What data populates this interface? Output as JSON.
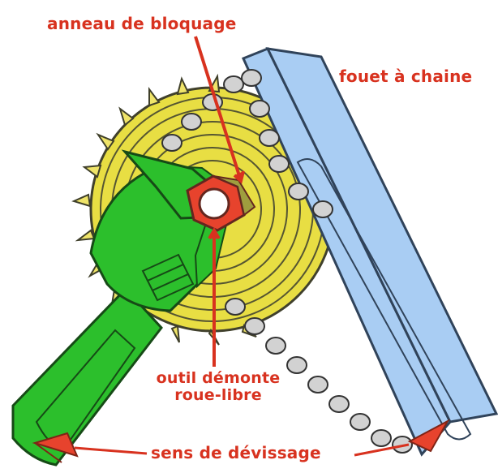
{
  "labels": {
    "lock_ring": "anneau de bloquage",
    "chain_whip": "fouet à chaine",
    "tool_line1": "outil démonte",
    "tool_line2": "roue-libre",
    "direction": "sens  de dévissage"
  },
  "colors": {
    "label": "#d8321f",
    "wrench": "#2cbf2c",
    "cassette": "#e8de43",
    "whip": "#a9cdf3",
    "nut": "#e7432d",
    "chain": "#c9c9c9"
  }
}
